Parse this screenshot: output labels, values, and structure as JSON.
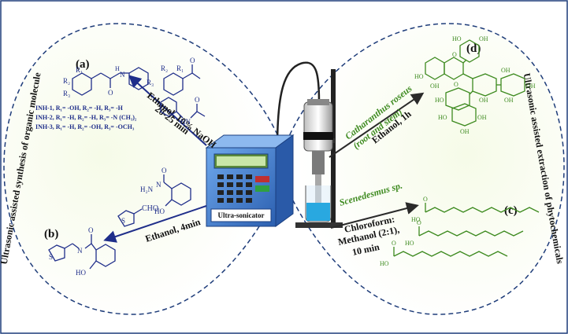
{
  "panels": {
    "a": "(a)",
    "b": "(b)",
    "c": "(c)",
    "d": "(d)"
  },
  "side_titles": {
    "left": "Ultrasonic assisted synthesis of organic molecule",
    "right": "Ultrasonic assisted extraction of phytochemicals"
  },
  "device": {
    "label": "Ultra-sonicator"
  },
  "conditions": {
    "a_line1": "Ethanol, 10% NaOH",
    "a_line2": "20-25 min",
    "b": "Ethanol, 4min",
    "d_source_line1": "Catharanthus roseus",
    "d_source_line2": "(root and stem)",
    "d_solvent": "Ethanol, 1h",
    "c_source": "Scenedesmus sp.",
    "c_line1": "Chloroform:",
    "c_line2": "Methanol (2:1),",
    "c_line3": "10 min"
  },
  "compounds_a": [
    "INH-1, R₁= -OH, R₂= -H, R₃= -H",
    "INH-2, R₁= -H, R₂= -H, R₃= -N (CH₃)₂",
    "INH-3, R₁= -H, R₂= -OH, R₃= -OCH₃"
  ],
  "atoms": {
    "R1": "R₁",
    "R2": "R₂",
    "R3": "R₃",
    "O": "O",
    "N": "N",
    "H": "H",
    "HN": "HN",
    "NH2": "H₂N",
    "CHO": "CHO",
    "S": "S",
    "HO": "HO",
    "OH": "OH"
  },
  "colors": {
    "navy": "#1f2e8a",
    "green": "#3d8a1f",
    "dash": "#1f3d7a",
    "device_blue": "#3b7fd6"
  }
}
